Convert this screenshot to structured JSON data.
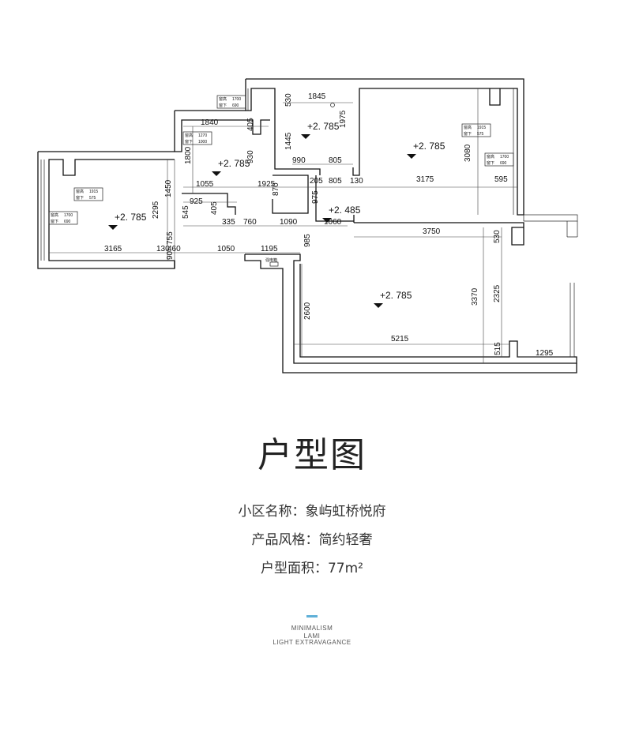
{
  "floorplan": {
    "levels": [
      "+2. 785",
      "+2. 785",
      "+2. 785",
      "+2. 785",
      "+2. 485",
      "+2. 785"
    ],
    "dimensions": [
      "1845",
      "530",
      "1975",
      "1445",
      "990",
      "805",
      "1840",
      "405",
      "930",
      "1800",
      "1055",
      "1925",
      "205",
      "805",
      "130",
      "3175",
      "595",
      "870",
      "975",
      "925",
      "405",
      "545",
      "335",
      "760",
      "1090",
      "1060",
      "3750",
      "530",
      "1450",
      "2295",
      "755",
      "90",
      "130",
      "460",
      "1050",
      "1195",
      "985",
      "3165",
      "3080",
      "3370",
      "2325",
      "2600",
      "5215",
      "515",
      "1295"
    ],
    "window_tags": [
      {
        "k1": "窗高",
        "v1": "1700",
        "k2": "窗下",
        "v2": "690"
      },
      {
        "k1": "窗高",
        "v1": "1270",
        "k2": "窗下",
        "v2": "1000"
      },
      {
        "k1": "窗高",
        "v1": "1915",
        "k2": "窗下",
        "v2": "575"
      },
      {
        "k1": "窗高",
        "v1": "1700",
        "k2": "窗下",
        "v2": "690"
      },
      {
        "k1": "窗高",
        "v1": "1915",
        "k2": "窗下",
        "v2": "575"
      },
      {
        "k1": "窗高",
        "v1": "1700",
        "k2": "窗下",
        "v2": "690"
      }
    ],
    "electric_box": "强电箱"
  },
  "title": "户型图",
  "info": [
    "小区名称：象屿虹桥悦府",
    "产品风格：简约轻奢",
    "户型面积：77m²"
  ],
  "brand": {
    "line1": "MINIMALISM",
    "line2": "LAMI",
    "line3": "LIGHT EXTRAVAGANCE",
    "accent_color": "#5fb0d8"
  }
}
